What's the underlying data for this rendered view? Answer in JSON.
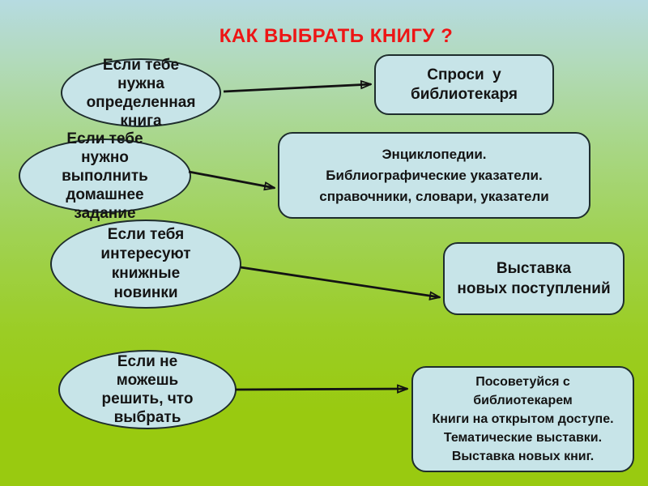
{
  "slide": {
    "title": "КАК ВЫБРАТЬ КНИГУ ?"
  },
  "colors": {
    "title": "#ed1515",
    "background_top": "#b6dbe1",
    "background_bottom": "#99ca10",
    "shape_fill": "#c7e4e8",
    "shape_border": "#1e2d2d",
    "text": "#141414",
    "arrow": "#131313"
  },
  "diagram": {
    "conditions": [
      {
        "label": "Если тебе\nнужна\nопределенная\nкнига"
      },
      {
        "label": "Если тебе\nнужно\nвыполнить\nдомашнее\nзадание"
      },
      {
        "label": "Если тебя\nинтересуют\nкнижные\nновинки"
      },
      {
        "label": "Если не\nможешь\nрешить, что\nвыбрать"
      }
    ],
    "results": [
      {
        "label": "Спроси  у\nбиблиотекаря"
      },
      {
        "label": "Энциклопедии.\nБиблиографические указатели.\nсправочники, словари, указатели"
      },
      {
        "label": "Выставка\nновых поступлений"
      },
      {
        "label": "Посоветуйся с\nбиблиотекарем\nКниги на открытом доступе.\nТематические выставки.\nВыставка новых книг."
      }
    ]
  }
}
